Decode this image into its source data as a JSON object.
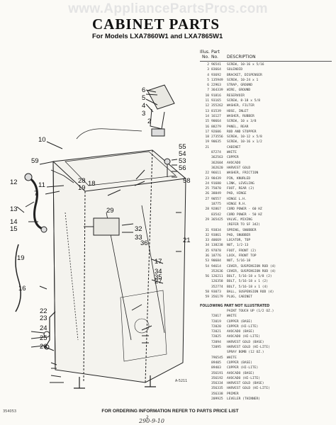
{
  "watermark": "www.AppliancePartsPros.com",
  "title": "CABINET PARTS",
  "subtitle": "For Models LXA7860W1 and LXA7865W1",
  "table": {
    "header": {
      "col1a": "Illus.",
      "col1b": "No.",
      "col2a": "Part",
      "col2b": "No.",
      "col3": "DESCRIPTION"
    },
    "rows": [
      [
        "2",
        "96541",
        "SCREW, 10-16 x 5/16"
      ],
      [
        "3",
        "83664",
        "SOLENOID"
      ],
      [
        "4",
        "93692",
        "BRACKET, DISPENSER"
      ],
      [
        "5",
        "135949",
        "SCREW, 10-24 x 1"
      ],
      [
        "6",
        "22963",
        "STRAP, GROUND"
      ],
      [
        "7",
        "364339",
        "WIRE, GROUND"
      ],
      [
        "10",
        "91816",
        "RESERVOIR"
      ],
      [
        "11",
        "93165",
        "SCREW, 8-18 x 5/8"
      ],
      [
        "12",
        "355262",
        "WASHER, FILTER"
      ],
      [
        "13",
        "81539",
        "HOSE, INLET"
      ],
      [
        "14",
        "16127",
        "WASHER, RUBBER"
      ],
      [
        "15",
        "90664",
        "SCREW, 10 x 3/8"
      ],
      [
        "16",
        "88279",
        "PANEL, REAR"
      ],
      [
        "17",
        "92606",
        "ROD AND STOPPER"
      ],
      [
        "18",
        "273556",
        "SCREW, 10-12 x 5/8"
      ],
      [
        "19",
        "90635",
        "SCREW, 10-16 x 1/2"
      ],
      [
        "21",
        "",
        "CABINET"
      ],
      [
        "",
        "87274",
        "WHITE"
      ],
      [
        "",
        "362563",
        "COPPER"
      ],
      [
        "",
        "362604",
        "AVOCADO"
      ],
      [
        "",
        "362620",
        "HARVEST GOLD"
      ],
      [
        "22",
        "96611",
        "WASHER, FRICTION"
      ],
      [
        "23",
        "98439",
        "PIN, KNURLED"
      ],
      [
        "24",
        "91680",
        "LINK, LEVELING"
      ],
      [
        "25",
        "75070",
        "FOOT, REAR (2)"
      ],
      [
        "26",
        "38849",
        "PAD, HINGE"
      ],
      [
        "27",
        "90557",
        "HINGE L.H."
      ],
      [
        "",
        "18775",
        "HINGE R.H."
      ],
      [
        "28",
        "92867",
        "CORD POWER - 60 HZ"
      ],
      [
        "",
        "83542",
        "CORD POWER - 50 HZ"
      ],
      [
        "29",
        "365425",
        "VALVE, MIXING"
      ],
      [
        "",
        "",
        "(REFER TO SF 342)"
      ],
      [
        "31",
        "93834",
        "SPRING, SNUBBER"
      ],
      [
        "32",
        "93861",
        "PAD, SNUBBER"
      ],
      [
        "33",
        "40669",
        "LOCATOR, TOP"
      ],
      [
        "34",
        "138238",
        "NUT, 1/2-13"
      ],
      [
        "35",
        "97878",
        "FOOT, FRONT (2)"
      ],
      [
        "36",
        "18776",
        "LOCK, FRONT TOP"
      ],
      [
        "53",
        "90684",
        "NUT, 5/16-18"
      ],
      [
        "54",
        "94614",
        "COVER, SUSPENSION ROD (4)"
      ],
      [
        "",
        "352636",
        "COVER, SUSPENSION ROD (4)"
      ],
      [
        "56",
        "126211",
        "BOLT, 5/16-18 x 5/8 (2)"
      ],
      [
        "",
        "126358",
        "BOLT, 5/16-18 x 1 (2)"
      ],
      [
        "",
        "352774",
        "BOLT, 5/16-18 x 1 (4)"
      ],
      [
        "58",
        "93073",
        "BALL, SUSPENSION ROD (4)"
      ],
      [
        "59",
        "356179",
        "PLUG, CABINET"
      ]
    ],
    "not_illustrated_title": "FOLLOWING PART NOT ILLUSTRATED",
    "rows2": [
      [
        "",
        "",
        "PAINT TOUCH UP (1/2 OZ.)"
      ],
      [
        "",
        "72017",
        "WHITE"
      ],
      [
        "",
        "72019",
        "COPPER (BASE)"
      ],
      [
        "",
        "72020",
        "COPPER (HI-LITE)"
      ],
      [
        "",
        "72021",
        "AVOCADO (BASE)"
      ],
      [
        "",
        "72025",
        "AVOCADO (HI-LITE)"
      ],
      [
        "",
        "72094",
        "HARVEST GOLD (BASE)"
      ],
      [
        "",
        "72095",
        "HARVEST GOLD (HI-LITE)"
      ],
      [
        "",
        "",
        "SPRAY BOMB (12 OZ.)"
      ],
      [
        "",
        "796545",
        "WHITE"
      ],
      [
        "",
        "89405",
        "COPPER (BASE)"
      ],
      [
        "",
        "89403",
        "COPPER (HI-LITE)"
      ],
      [
        "",
        "356191",
        "AVOCADO (BASE)"
      ],
      [
        "",
        "356192",
        "AVOCADO (HI-LITE)"
      ],
      [
        "",
        "356334",
        "HARVEST GOLD (BASE)"
      ],
      [
        "",
        "356335",
        "HARVEST GOLD (HI-LITE)"
      ],
      [
        "",
        "356338",
        "PRIMER"
      ],
      [
        "",
        "209925",
        "LEVELER (THINNER)"
      ]
    ]
  },
  "callouts": [
    "6",
    "5",
    "4",
    "3",
    "2",
    "10",
    "59",
    "11",
    "12",
    "7",
    "28",
    "19",
    "18",
    "13",
    "14",
    "15",
    "16",
    "17",
    "19",
    "22",
    "23",
    "24",
    "25",
    "26",
    "27",
    "32",
    "33",
    "34",
    "35",
    "36",
    "29",
    "58",
    "21",
    "55",
    "54",
    "53",
    "56"
  ],
  "artwork_number": "A-5211",
  "footer_text": "FOR ORDERING INFORMATION REFER TO PARTS PRICE LIST",
  "doc_id": "354053",
  "page_number": "2",
  "handwritten_note": "290-9-10"
}
